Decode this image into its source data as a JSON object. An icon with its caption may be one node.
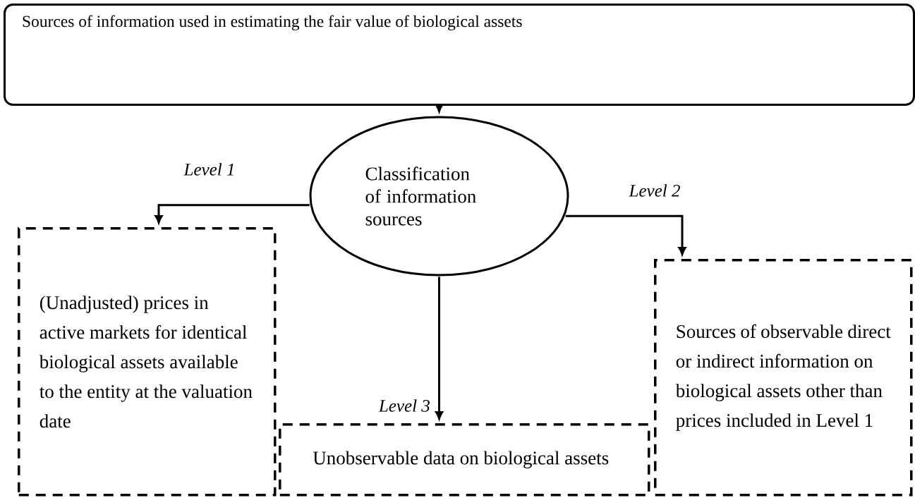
{
  "diagram": {
    "nodes": [
      {
        "text": [
          "Sources of information used in estimating the fair value of biological assets"
        ]
      },
      {
        "text": [
          "Classification of information sources"
        ]
      },
      {
        "text": [
          "(Unadjusted) prices in active markets for identical biological assets available to the entity at the valuation date"
        ]
      },
      {
        "text": [
          "Unobservable data on biological assets"
        ]
      },
      {
        "text": [
          "Sources of observable direct or indirect information on biological assets other than prices included in Level 1"
        ]
      }
    ],
    "edges": [
      {
        "from": 0,
        "to": 1,
        "arrow": "to"
      },
      {
        "from": 1,
        "to": 2,
        "arrow": "to",
        "label": "Level 1"
      },
      {
        "from": 1,
        "to": 3,
        "arrow": "to",
        "label": "Level 3"
      },
      {
        "from": 1,
        "to": 4,
        "arrow": "to",
        "label": "Level 2"
      }
    ]
  }
}
